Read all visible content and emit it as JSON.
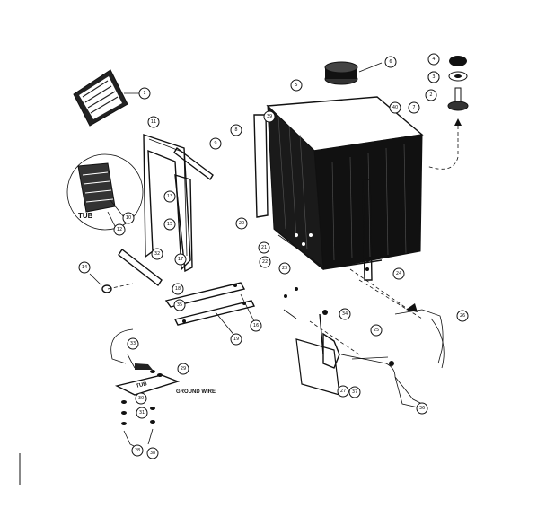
{
  "callouts": [
    {
      "id": "c1",
      "num": "1"
    },
    {
      "id": "c2a",
      "num": "2"
    },
    {
      "id": "c2b",
      "num": "2"
    },
    {
      "id": "c3",
      "num": "3"
    },
    {
      "id": "c4",
      "num": "4"
    },
    {
      "id": "c5",
      "num": "5"
    },
    {
      "id": "c6",
      "num": "6"
    },
    {
      "id": "c7",
      "num": "7"
    },
    {
      "id": "c8",
      "num": "8"
    },
    {
      "id": "c9",
      "num": "9"
    },
    {
      "id": "c10",
      "num": "10"
    },
    {
      "id": "c11",
      "num": "11"
    },
    {
      "id": "c12",
      "num": "12"
    },
    {
      "id": "c13",
      "num": "13"
    },
    {
      "id": "c14",
      "num": "14"
    },
    {
      "id": "c15",
      "num": "15"
    },
    {
      "id": "c16",
      "num": "16"
    },
    {
      "id": "c17",
      "num": "17"
    },
    {
      "id": "c18",
      "num": "18"
    },
    {
      "id": "c19",
      "num": "19"
    },
    {
      "id": "c20",
      "num": "20"
    },
    {
      "id": "c21",
      "num": "21"
    },
    {
      "id": "c22",
      "num": "22"
    },
    {
      "id": "c23",
      "num": "23"
    },
    {
      "id": "c24",
      "num": "24"
    },
    {
      "id": "c25",
      "num": "25"
    },
    {
      "id": "c26",
      "num": "26"
    },
    {
      "id": "c27",
      "num": "27"
    },
    {
      "id": "c28",
      "num": "28"
    },
    {
      "id": "c29",
      "num": "29"
    },
    {
      "id": "c30",
      "num": "30"
    },
    {
      "id": "c31",
      "num": "31"
    },
    {
      "id": "c32",
      "num": "32"
    },
    {
      "id": "c33",
      "num": "33"
    },
    {
      "id": "c34",
      "num": "34"
    },
    {
      "id": "c35",
      "num": "35"
    },
    {
      "id": "c36",
      "num": "36"
    },
    {
      "id": "c37",
      "num": "37"
    },
    {
      "id": "c38",
      "num": "38"
    },
    {
      "id": "c39",
      "num": "39"
    },
    {
      "id": "c40",
      "num": "40"
    }
  ],
  "labels": {
    "tub_detail": "TUB",
    "tub_bracket": "TUB",
    "ground_wire": "GROUND WIRE"
  },
  "colors": {
    "ink": "#111111",
    "paper": "#ffffff"
  }
}
